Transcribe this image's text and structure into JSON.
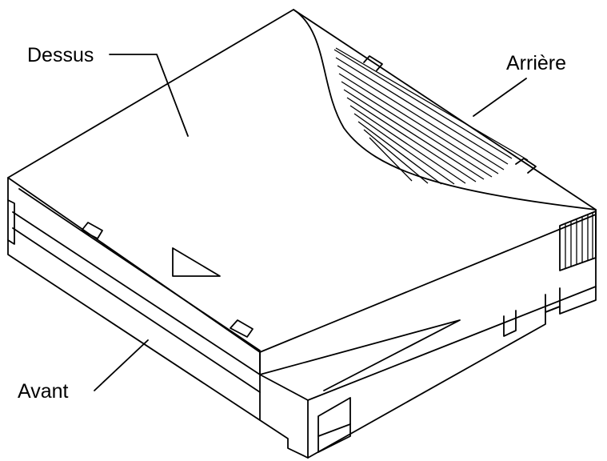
{
  "diagram": {
    "labels": {
      "top": "Dessus",
      "rear": "Arrière",
      "front": "Avant"
    },
    "colors": {
      "line": "#000000",
      "background": "#ffffff"
    }
  }
}
